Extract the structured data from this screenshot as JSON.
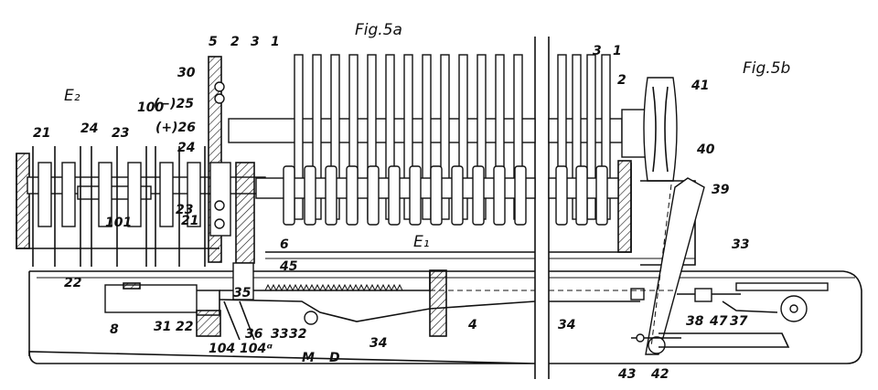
{
  "figure": {
    "title_a": "Fig.5a",
    "title_b": "Fig.5b"
  },
  "labels": {
    "E2": "E₂",
    "E1": "E₁",
    "n100": "100",
    "n21a": "21",
    "n24a": "24",
    "n23a": "23",
    "n101": "101",
    "n22a": "22",
    "n8": "8",
    "n31": "31",
    "n22b": "22",
    "n35": "35",
    "n36": "36",
    "n33a": "33",
    "n32": "32",
    "n34a": "34",
    "M": "M",
    "D": "D",
    "n104": "104",
    "n104a": "104ᵅ",
    "n30": "30",
    "n25": "(−)25",
    "n26": "(+)26",
    "n24b": "24",
    "n23b": "23",
    "n21b": "21",
    "n5": "5",
    "n2a": "2",
    "n3a": "3",
    "n1a": "1",
    "n6": "6",
    "n45": "45",
    "n4": "4",
    "n34b": "34",
    "n3b": "3",
    "n1b": "1",
    "n2b": "2",
    "n41": "41",
    "n40": "40",
    "n39": "39",
    "n33b": "33",
    "n38": "38",
    "n47": "47",
    "n37": "37",
    "n43": "43",
    "n42": "42"
  }
}
